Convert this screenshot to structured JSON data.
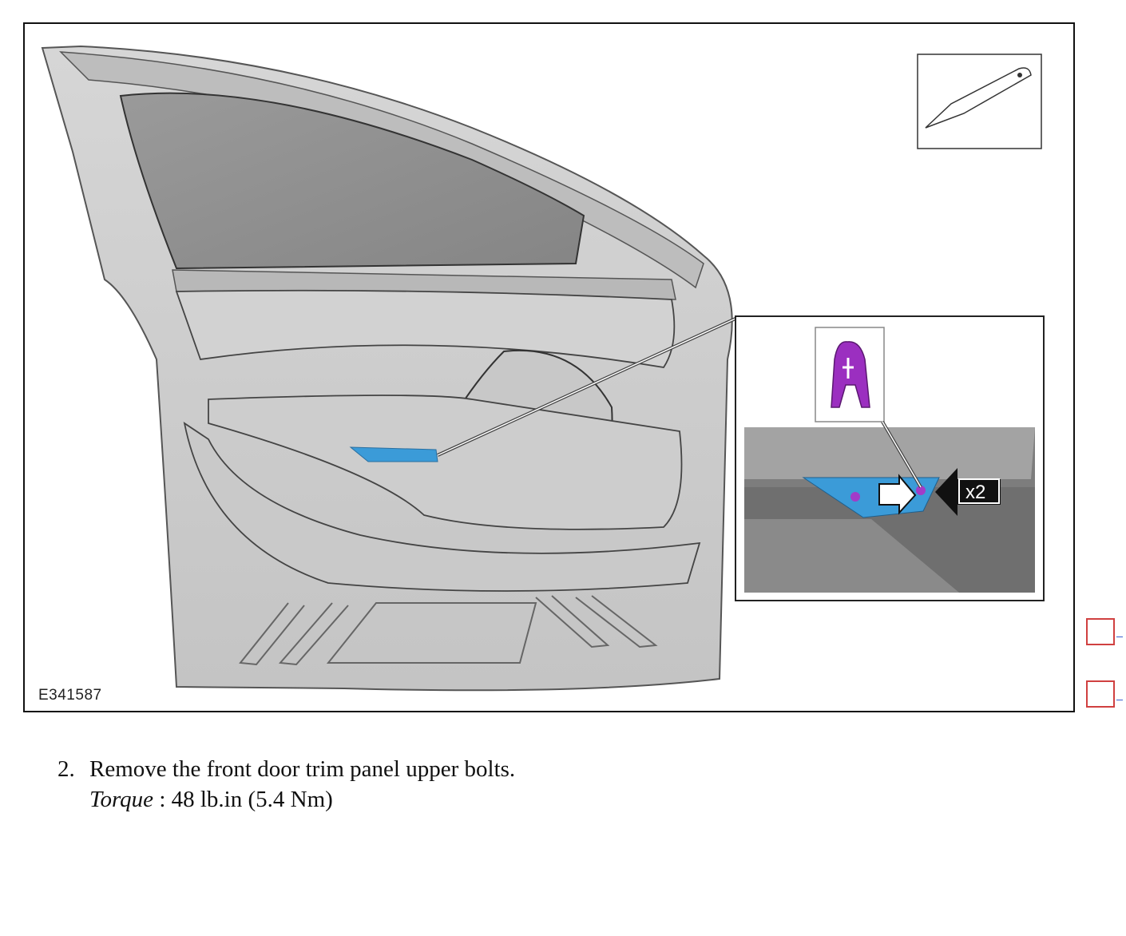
{
  "figure": {
    "id": "E341587",
    "callout": "x2",
    "colors": {
      "highlight": "#3b9bd8",
      "clip": "#9b2fc0",
      "bolt": "#a23cc8",
      "door": "#cfcfcf",
      "glass": "#8f8f8f"
    },
    "icons": [
      "trim-tool-icon",
      "clip-icon"
    ]
  },
  "step": {
    "number": "2.",
    "text": "Remove the front door trim panel upper bolts.",
    "torque_label": "Torque",
    "torque_value": " : 48 lb.in (5.4 Nm)"
  }
}
